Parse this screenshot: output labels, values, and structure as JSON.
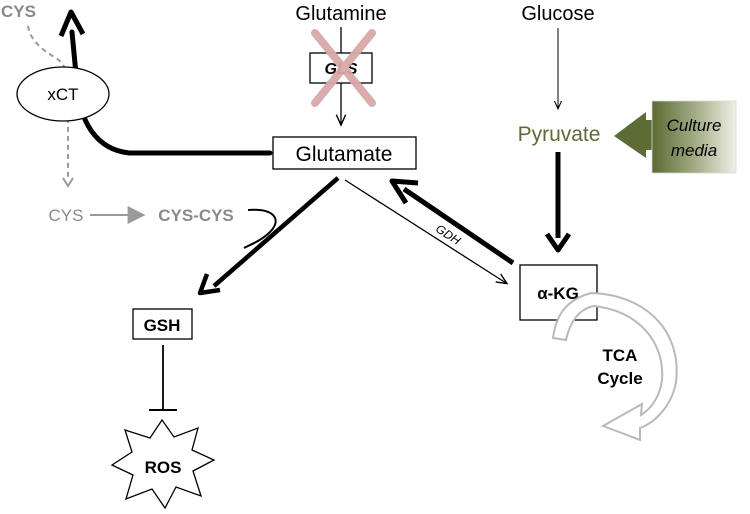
{
  "nodes": {
    "cys_top": "CYS",
    "xct": "xCT",
    "glutamine": "Glutamine",
    "gls": "GLS",
    "glucose": "Glucose",
    "pyruvate": "Pyruvate",
    "culture_media_line1": "Culture",
    "culture_media_line2": "media",
    "glutamate": "Glutamate",
    "cys_left": "CYS",
    "cys_cys": "CYS-CYS",
    "gdh": "GDH",
    "gsh": "GSH",
    "akg": "α-KG",
    "tca_line1": "TCA",
    "tca_line2": "Cycle",
    "ros": "ROS"
  },
  "colors": {
    "pyruvate_text": "#5e6b35",
    "culture_media_arrow_dark": "#5d6b34",
    "inhibition_cross": "#d9a8a8",
    "grey_text": "#8a8a8a",
    "tca_arrow": "#c8c8c8"
  }
}
